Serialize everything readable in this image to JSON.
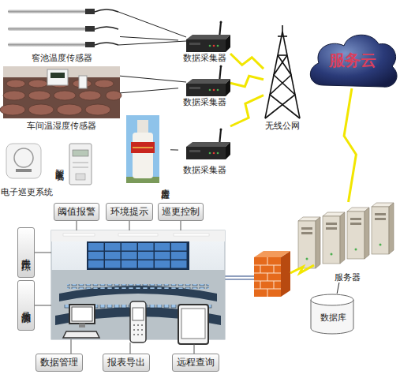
{
  "diagram": {
    "nodes": [
      {
        "text": [
          "窖池温度传感器"
        ]
      },
      {
        "text": [
          "数据采集器"
        ]
      },
      {
        "text": [
          "车间温湿度传感器"
        ]
      },
      {
        "text": [
          "数据采集器"
        ]
      },
      {
        "text": [
          "库房监控"
        ]
      },
      {
        "text": [
          "数据采集器"
        ]
      },
      {
        "text": [
          "智能水电表"
        ]
      },
      {
        "text": [
          "电子巡更系统"
        ]
      },
      {
        "text": [
          "无线公网"
        ]
      },
      {
        "text": [
          "服务云"
        ]
      },
      {
        "text": [
          "服务器"
        ]
      },
      {
        "text": [
          "数据库"
        ]
      },
      {
        "text": [
          "阈值报警"
        ]
      },
      {
        "text": [
          "环境提示"
        ]
      },
      {
        "text": [
          "巡更控制"
        ]
      },
      {
        "text": [
          "生产跟踪"
        ]
      },
      {
        "text": [
          "品质溯源"
        ]
      },
      {
        "text": [
          "数据管理"
        ]
      },
      {
        "text": [
          "报表导出"
        ]
      },
      {
        "text": [
          "远程查询"
        ]
      }
    ],
    "edges": [
      {
        "from": 0,
        "to": 1,
        "arrow": "none"
      },
      {
        "from": 2,
        "to": 3,
        "arrow": "none"
      },
      {
        "from": 4,
        "to": 5,
        "arrow": "none"
      },
      {
        "from": 1,
        "to": 8,
        "arrow": "none"
      },
      {
        "from": 3,
        "to": 8,
        "arrow": "none"
      },
      {
        "from": 5,
        "to": 8,
        "arrow": "none"
      },
      {
        "from": 9,
        "to": 10,
        "arrow": "none"
      },
      {
        "from": 10,
        "to": 11,
        "arrow": "none"
      }
    ]
  }
}
